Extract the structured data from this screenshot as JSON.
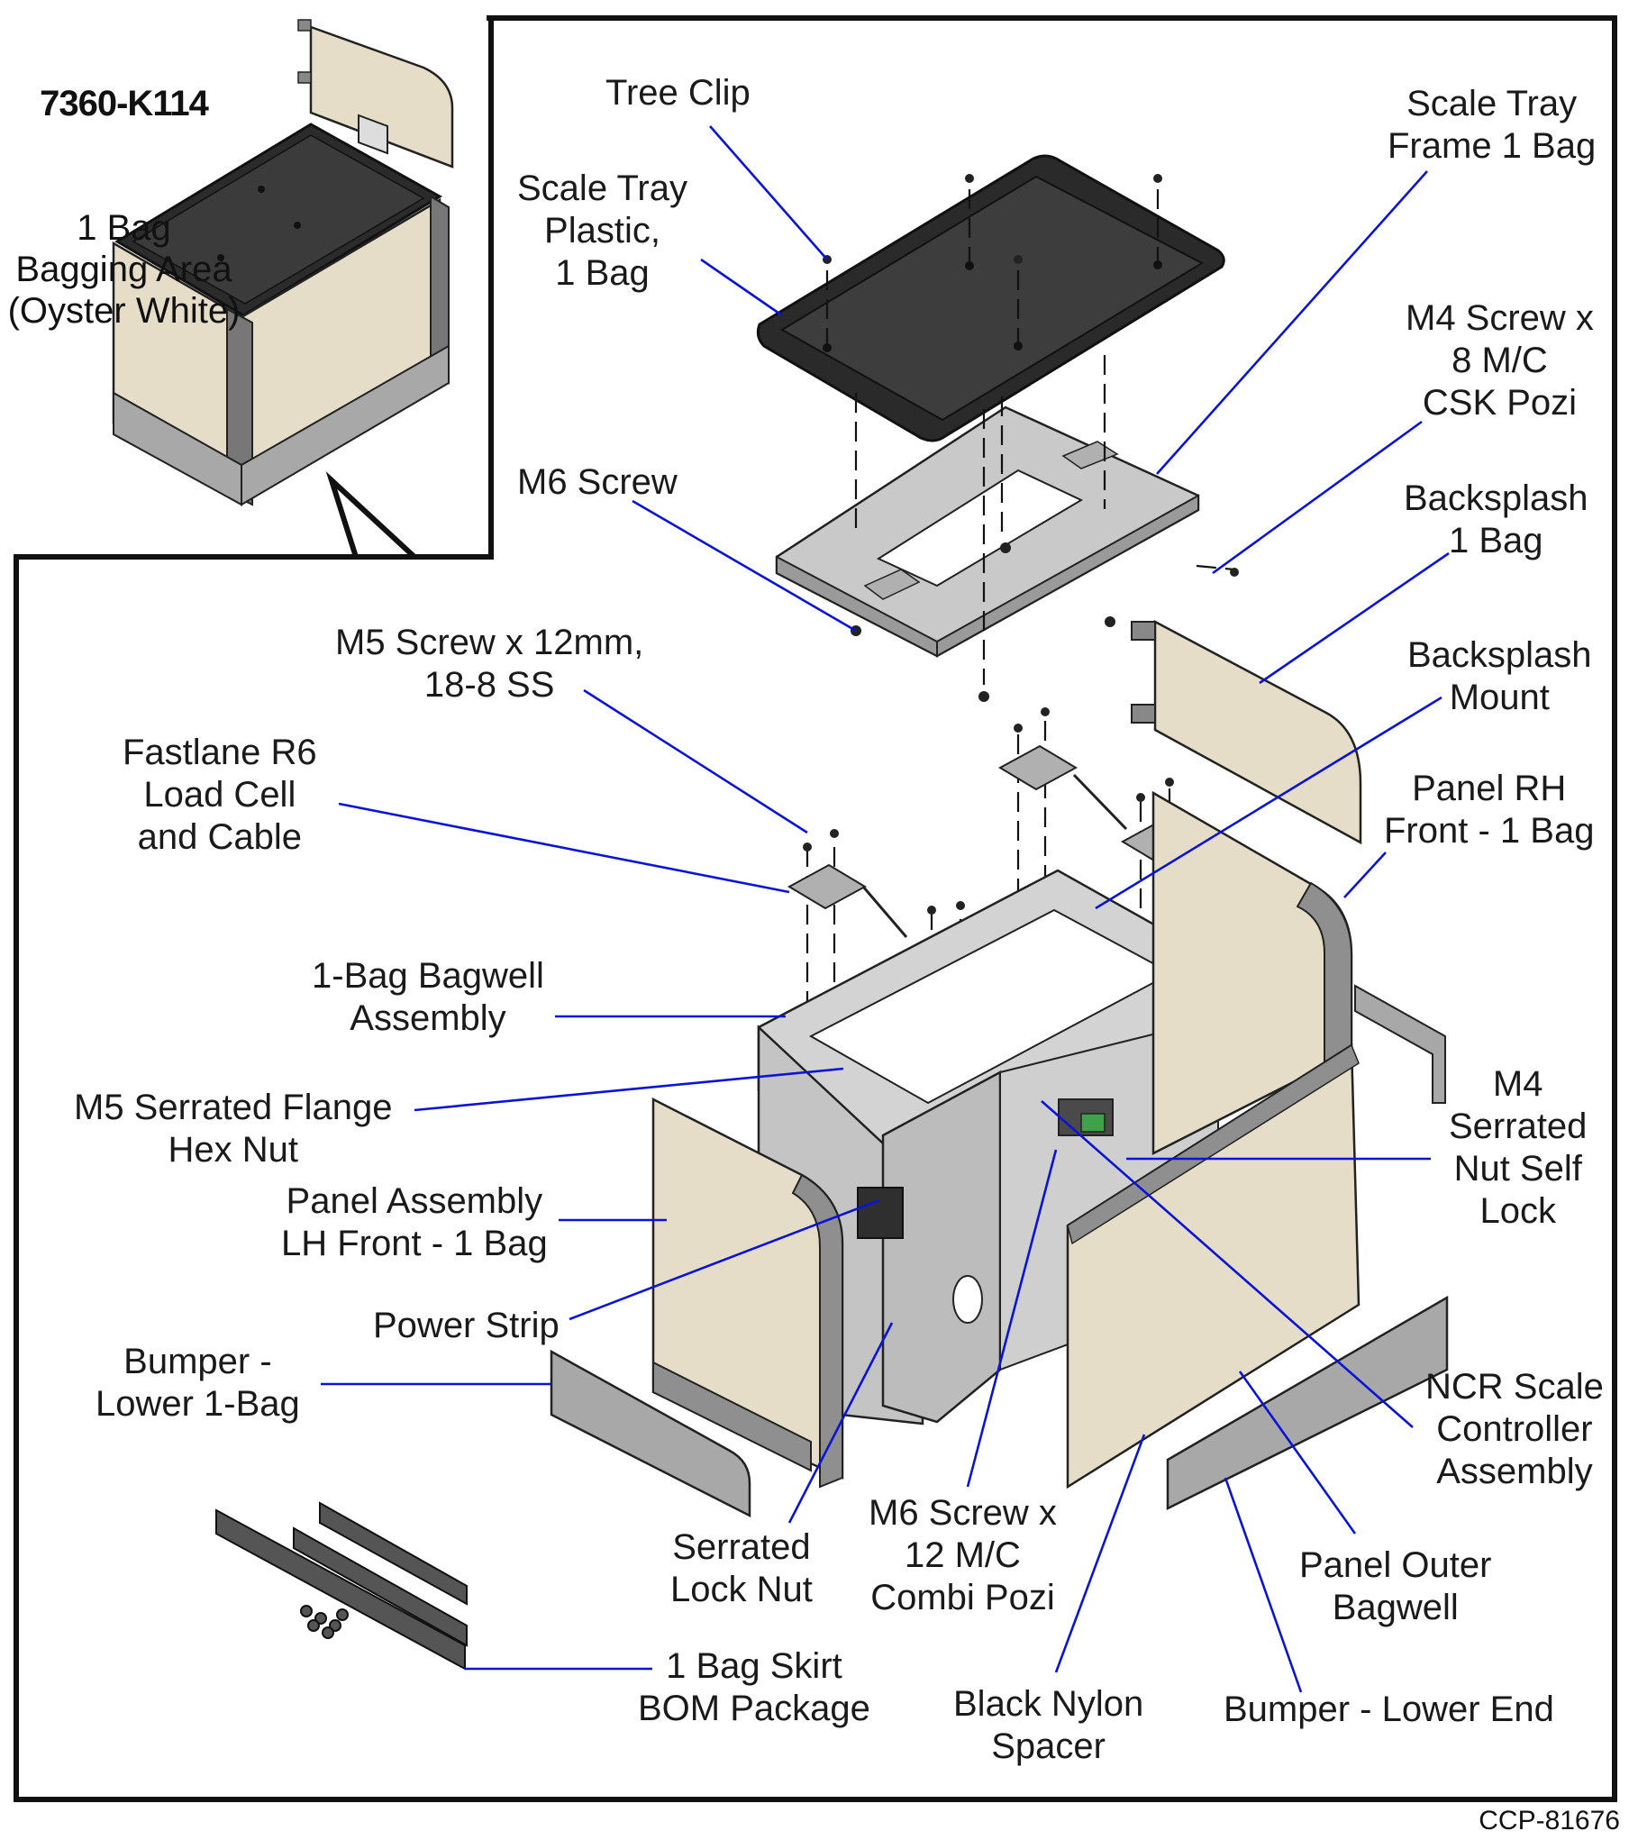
{
  "colors": {
    "leader": "#0a14d6",
    "frame": "#111111",
    "metal": "#c9c9c9",
    "metal_dark": "#9a9a9a",
    "panel": "#e5ddc8",
    "tray": "#2f2f2f",
    "bumper": "#a8a8a8"
  },
  "inset": {
    "code": "7360-K114",
    "lines": "1 Bag\nBagging Area\n(Oyster White)"
  },
  "labels": {
    "tree_clip": "Tree Clip",
    "scale_tray_frame": "Scale Tray\nFrame 1 Bag",
    "scale_tray_plastic": "Scale Tray\nPlastic,\n1 Bag",
    "m4_screw": "M4 Screw x\n8 M/C\nCSK Pozi",
    "m6_screw": "M6 Screw",
    "backsplash": "Backsplash\n1 Bag",
    "m5_screw": "M5 Screw x 12mm,\n18-8 SS",
    "backsplash_mount": "Backsplash\nMount",
    "load_cell": "Fastlane R6\nLoad Cell\nand Cable",
    "panel_rh": "Panel RH\nFront - 1 Bag",
    "bagwell": "1-Bag Bagwell\nAssembly",
    "m4_nut": "M4\nSerrated\nNut Self\nLock",
    "m5_nut": "M5 Serrated Flange\nHex Nut",
    "panel_lh": "Panel Assembly\nLH Front - 1 Bag",
    "power_strip": "Power Strip",
    "bumper_lower": "Bumper -\nLower 1-Bag",
    "scale_controller": "NCR Scale\nController\nAssembly",
    "lock_nut": "Serrated\nLock Nut",
    "m6_screw_12": "M6 Screw x\n12 M/C\nCombi Pozi",
    "panel_outer": "Panel Outer\nBagwell",
    "skirt": "1 Bag Skirt\nBOM Package",
    "spacer": "Black Nylon\nSpacer",
    "bumper_end": "Bumper - Lower End"
  },
  "figure_id": "CCP-81676"
}
